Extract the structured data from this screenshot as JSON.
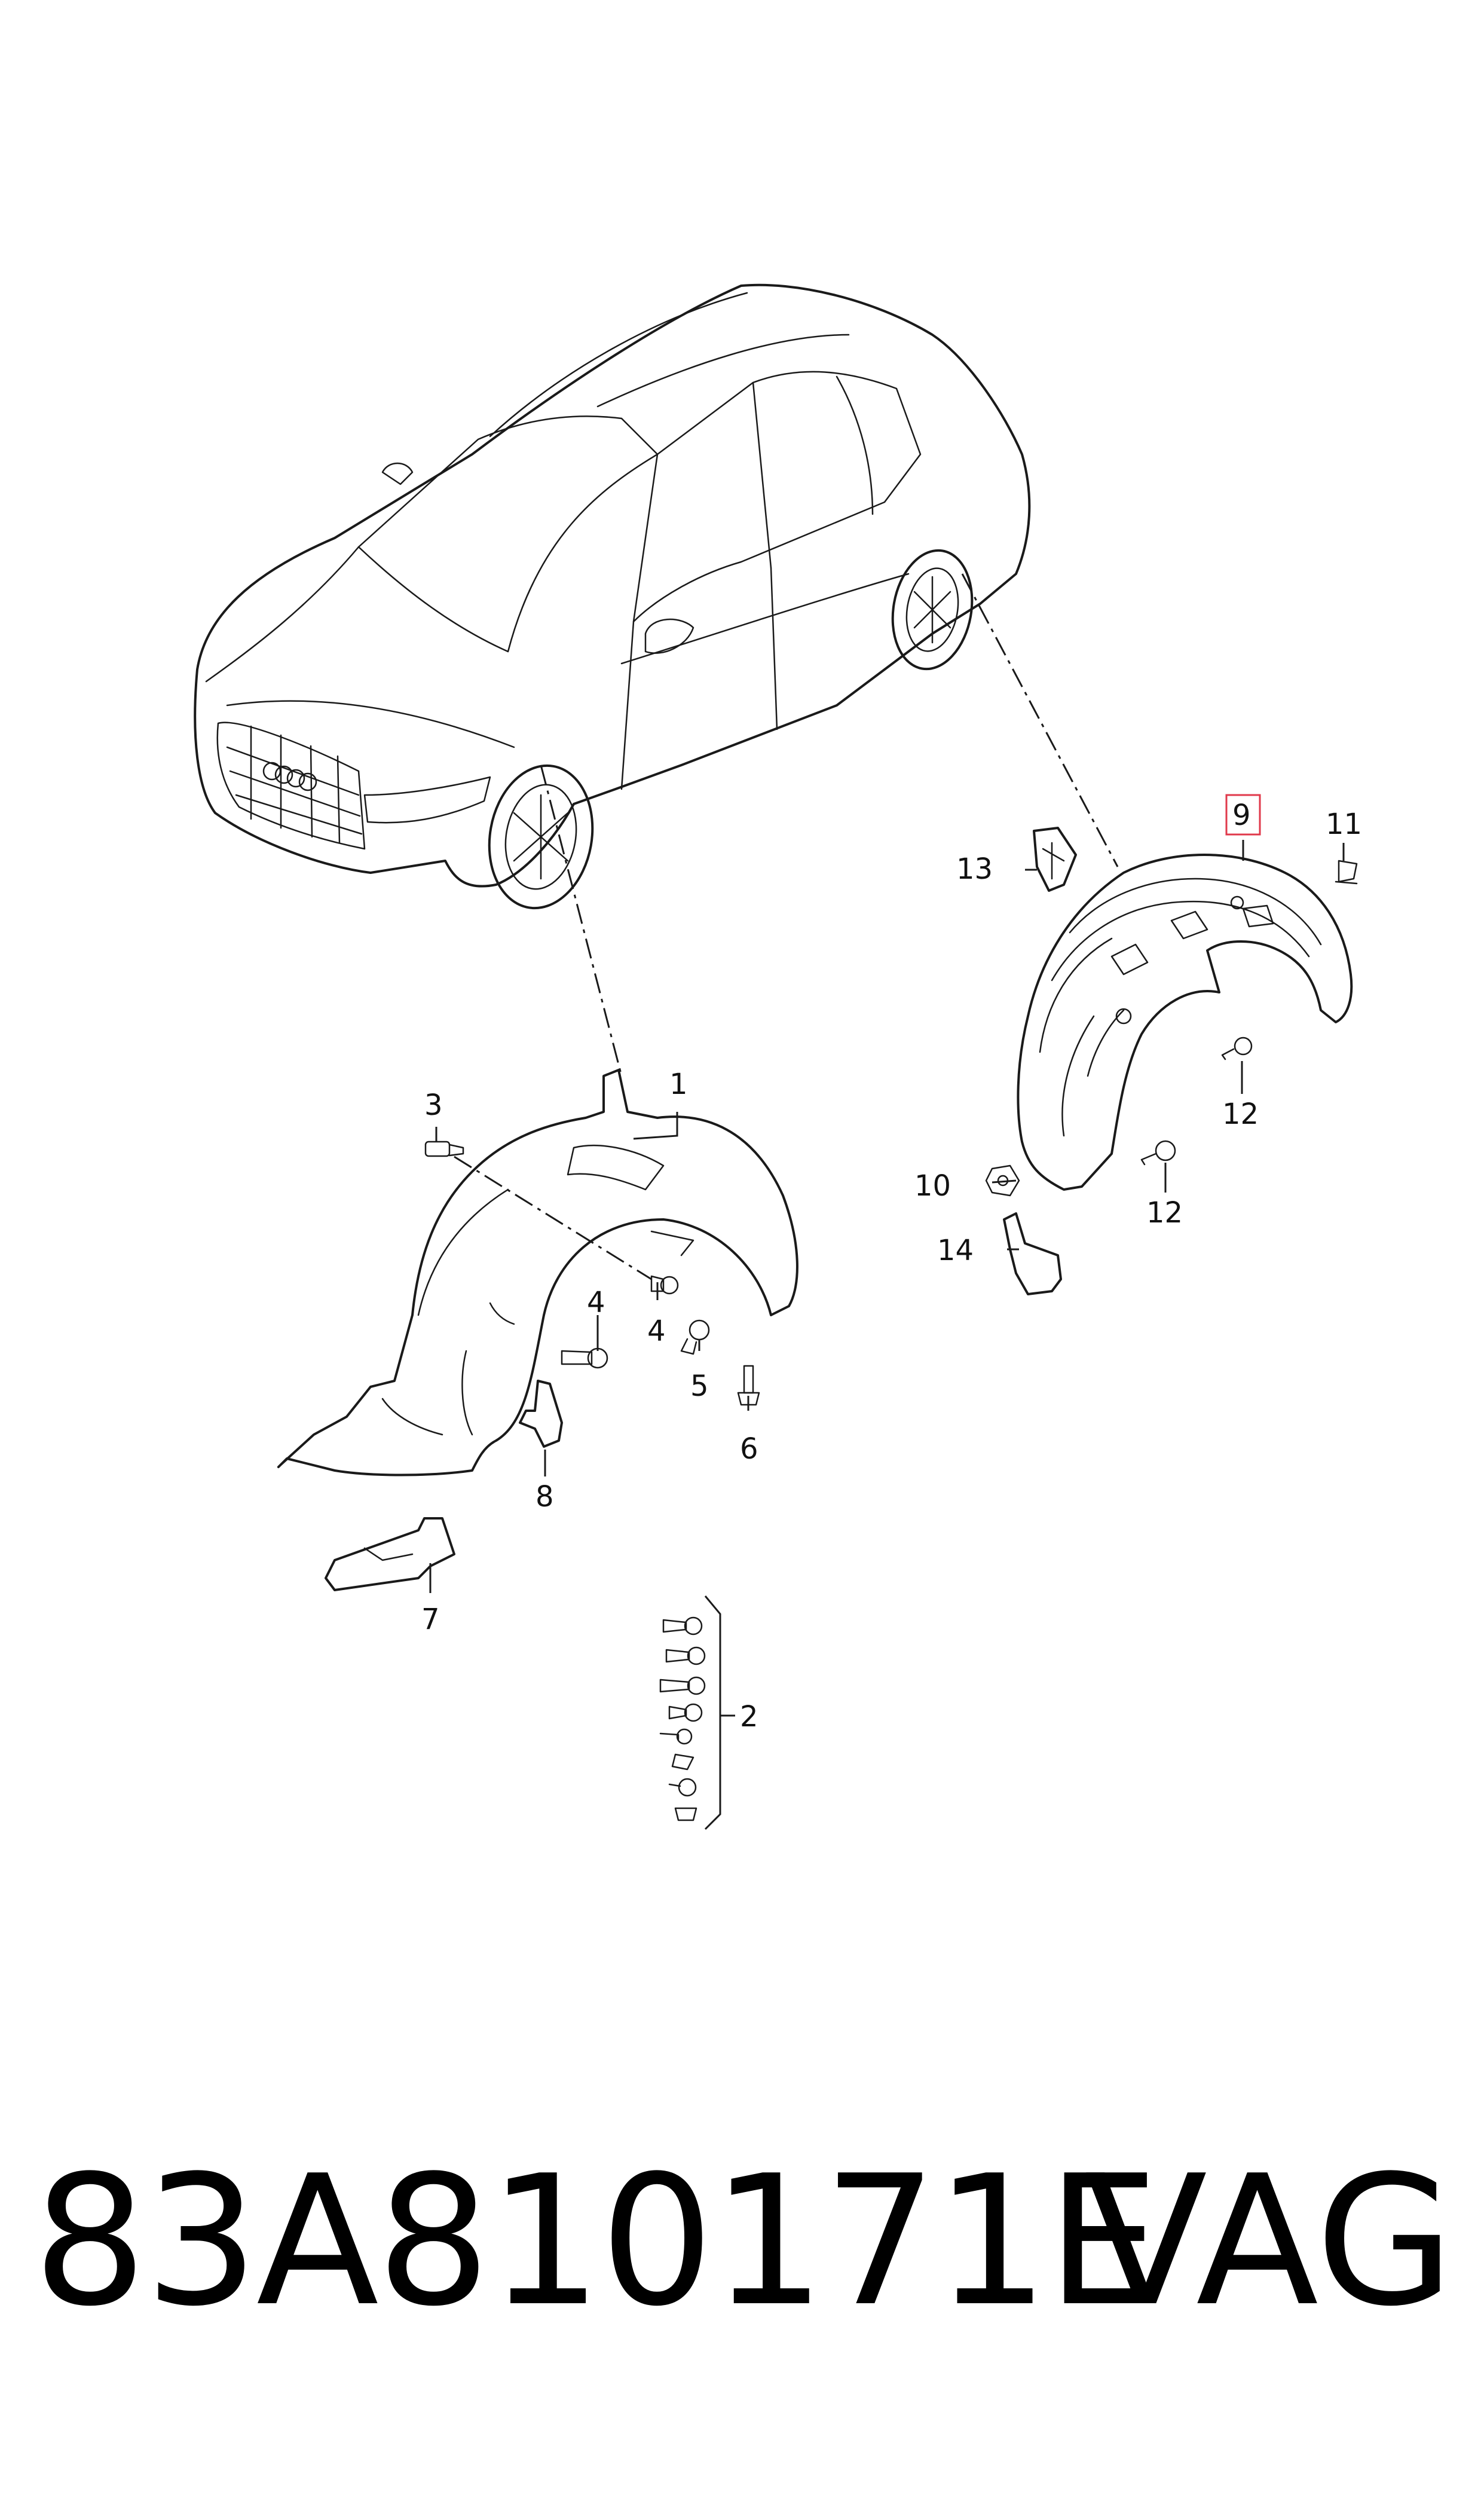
{
  "footer": {
    "part_number": "83A810171E",
    "brand": "VAG"
  },
  "callouts": {
    "c1": "1",
    "c2": "2",
    "c3": "3",
    "c4a": "4",
    "c4b": "4",
    "c5": "5",
    "c6": "6",
    "c7": "7",
    "c8": "8",
    "c9": "9",
    "c10": "10",
    "c11": "11",
    "c12a": "12",
    "c12b": "12",
    "c13": "13",
    "c14": "14"
  },
  "highlighted_callout": "9",
  "colors": {
    "line": "#1a1a1a",
    "highlight": "#e0394b",
    "background": "#ffffff"
  }
}
